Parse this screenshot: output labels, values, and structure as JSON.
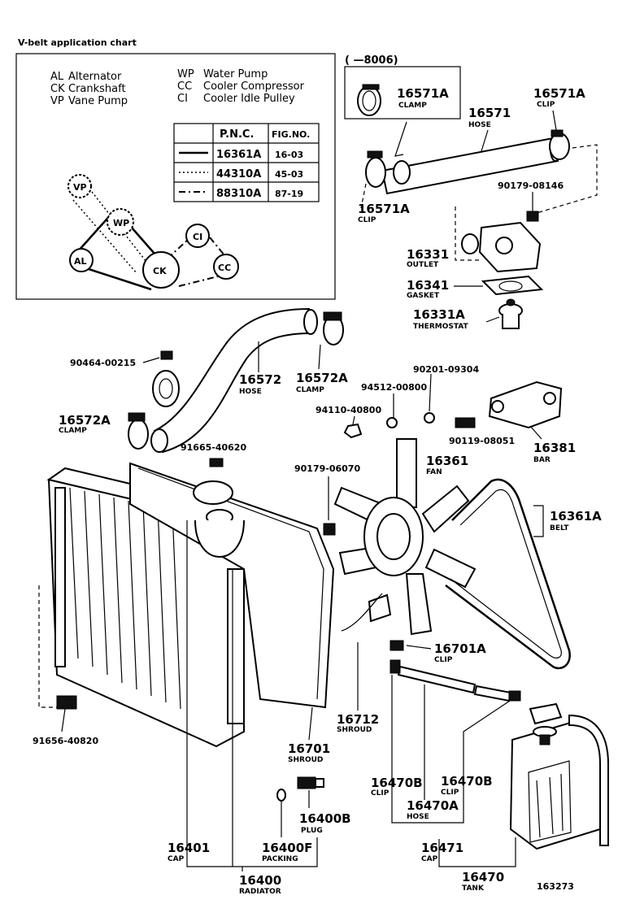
{
  "chart_title": "V-belt application chart",
  "legend": {
    "abbrev": [
      {
        "code": "AL",
        "name": "Alternator"
      },
      {
        "code": "CK",
        "name": "Crankshaft"
      },
      {
        "code": "VP",
        "name": "Vane Pump"
      },
      {
        "code": "WP",
        "name": "Water Pump"
      },
      {
        "code": "CC",
        "name": "Cooler Compressor"
      },
      {
        "code": "CI",
        "name": "Cooler Idle Pulley"
      }
    ],
    "table_headers": [
      "P.N.C.",
      "FIG.NO."
    ],
    "rows": [
      {
        "pnc": "16361A",
        "fig": "16-03"
      },
      {
        "pnc": "44310A",
        "fig": "45-03"
      },
      {
        "pnc": "88310A",
        "fig": "87-19"
      }
    ],
    "pulleys": [
      "VP",
      "WP",
      "CI",
      "AL",
      "CK",
      "CC"
    ]
  },
  "inset_label": "( —8006)",
  "parts": [
    {
      "id": "16571A",
      "name": "CLAMP"
    },
    {
      "id": "16571A",
      "name": "CLIP"
    },
    {
      "id": "16571",
      "name": "HOSE"
    },
    {
      "id": "16571A",
      "name": "CLIP"
    },
    {
      "id": "90179-08146",
      "name": ""
    },
    {
      "id": "16331",
      "name": "OUTLET"
    },
    {
      "id": "16341",
      "name": "GASKET"
    },
    {
      "id": "16331A",
      "name": "THERMOSTAT"
    },
    {
      "id": "90464-00215",
      "name": ""
    },
    {
      "id": "16572",
      "name": "HOSE"
    },
    {
      "id": "16572A",
      "name": "CLAMP"
    },
    {
      "id": "16572A",
      "name": "CLAMP"
    },
    {
      "id": "90201-09304",
      "name": ""
    },
    {
      "id": "94512-00800",
      "name": ""
    },
    {
      "id": "94110-40800",
      "name": ""
    },
    {
      "id": "90119-08051",
      "name": ""
    },
    {
      "id": "16381",
      "name": "BAR"
    },
    {
      "id": "91665-40620",
      "name": ""
    },
    {
      "id": "90179-06070",
      "name": ""
    },
    {
      "id": "16361",
      "name": "FAN"
    },
    {
      "id": "16361A",
      "name": "BELT"
    },
    {
      "id": "16701A",
      "name": "CLIP"
    },
    {
      "id": "16712",
      "name": "SHROUD"
    },
    {
      "id": "16701",
      "name": "SHROUD"
    },
    {
      "id": "91656-40820",
      "name": ""
    },
    {
      "id": "16470B",
      "name": "CLIP"
    },
    {
      "id": "16470B",
      "name": "CLIP"
    },
    {
      "id": "16470A",
      "name": "HOSE"
    },
    {
      "id": "16400B",
      "name": "PLUG"
    },
    {
      "id": "16401",
      "name": "CAP"
    },
    {
      "id": "16400F",
      "name": "PACKING"
    },
    {
      "id": "16471",
      "name": "CAP"
    },
    {
      "id": "16400",
      "name": "RADIATOR"
    },
    {
      "id": "16470",
      "name": "TANK"
    }
  ],
  "figure_number": "163273"
}
